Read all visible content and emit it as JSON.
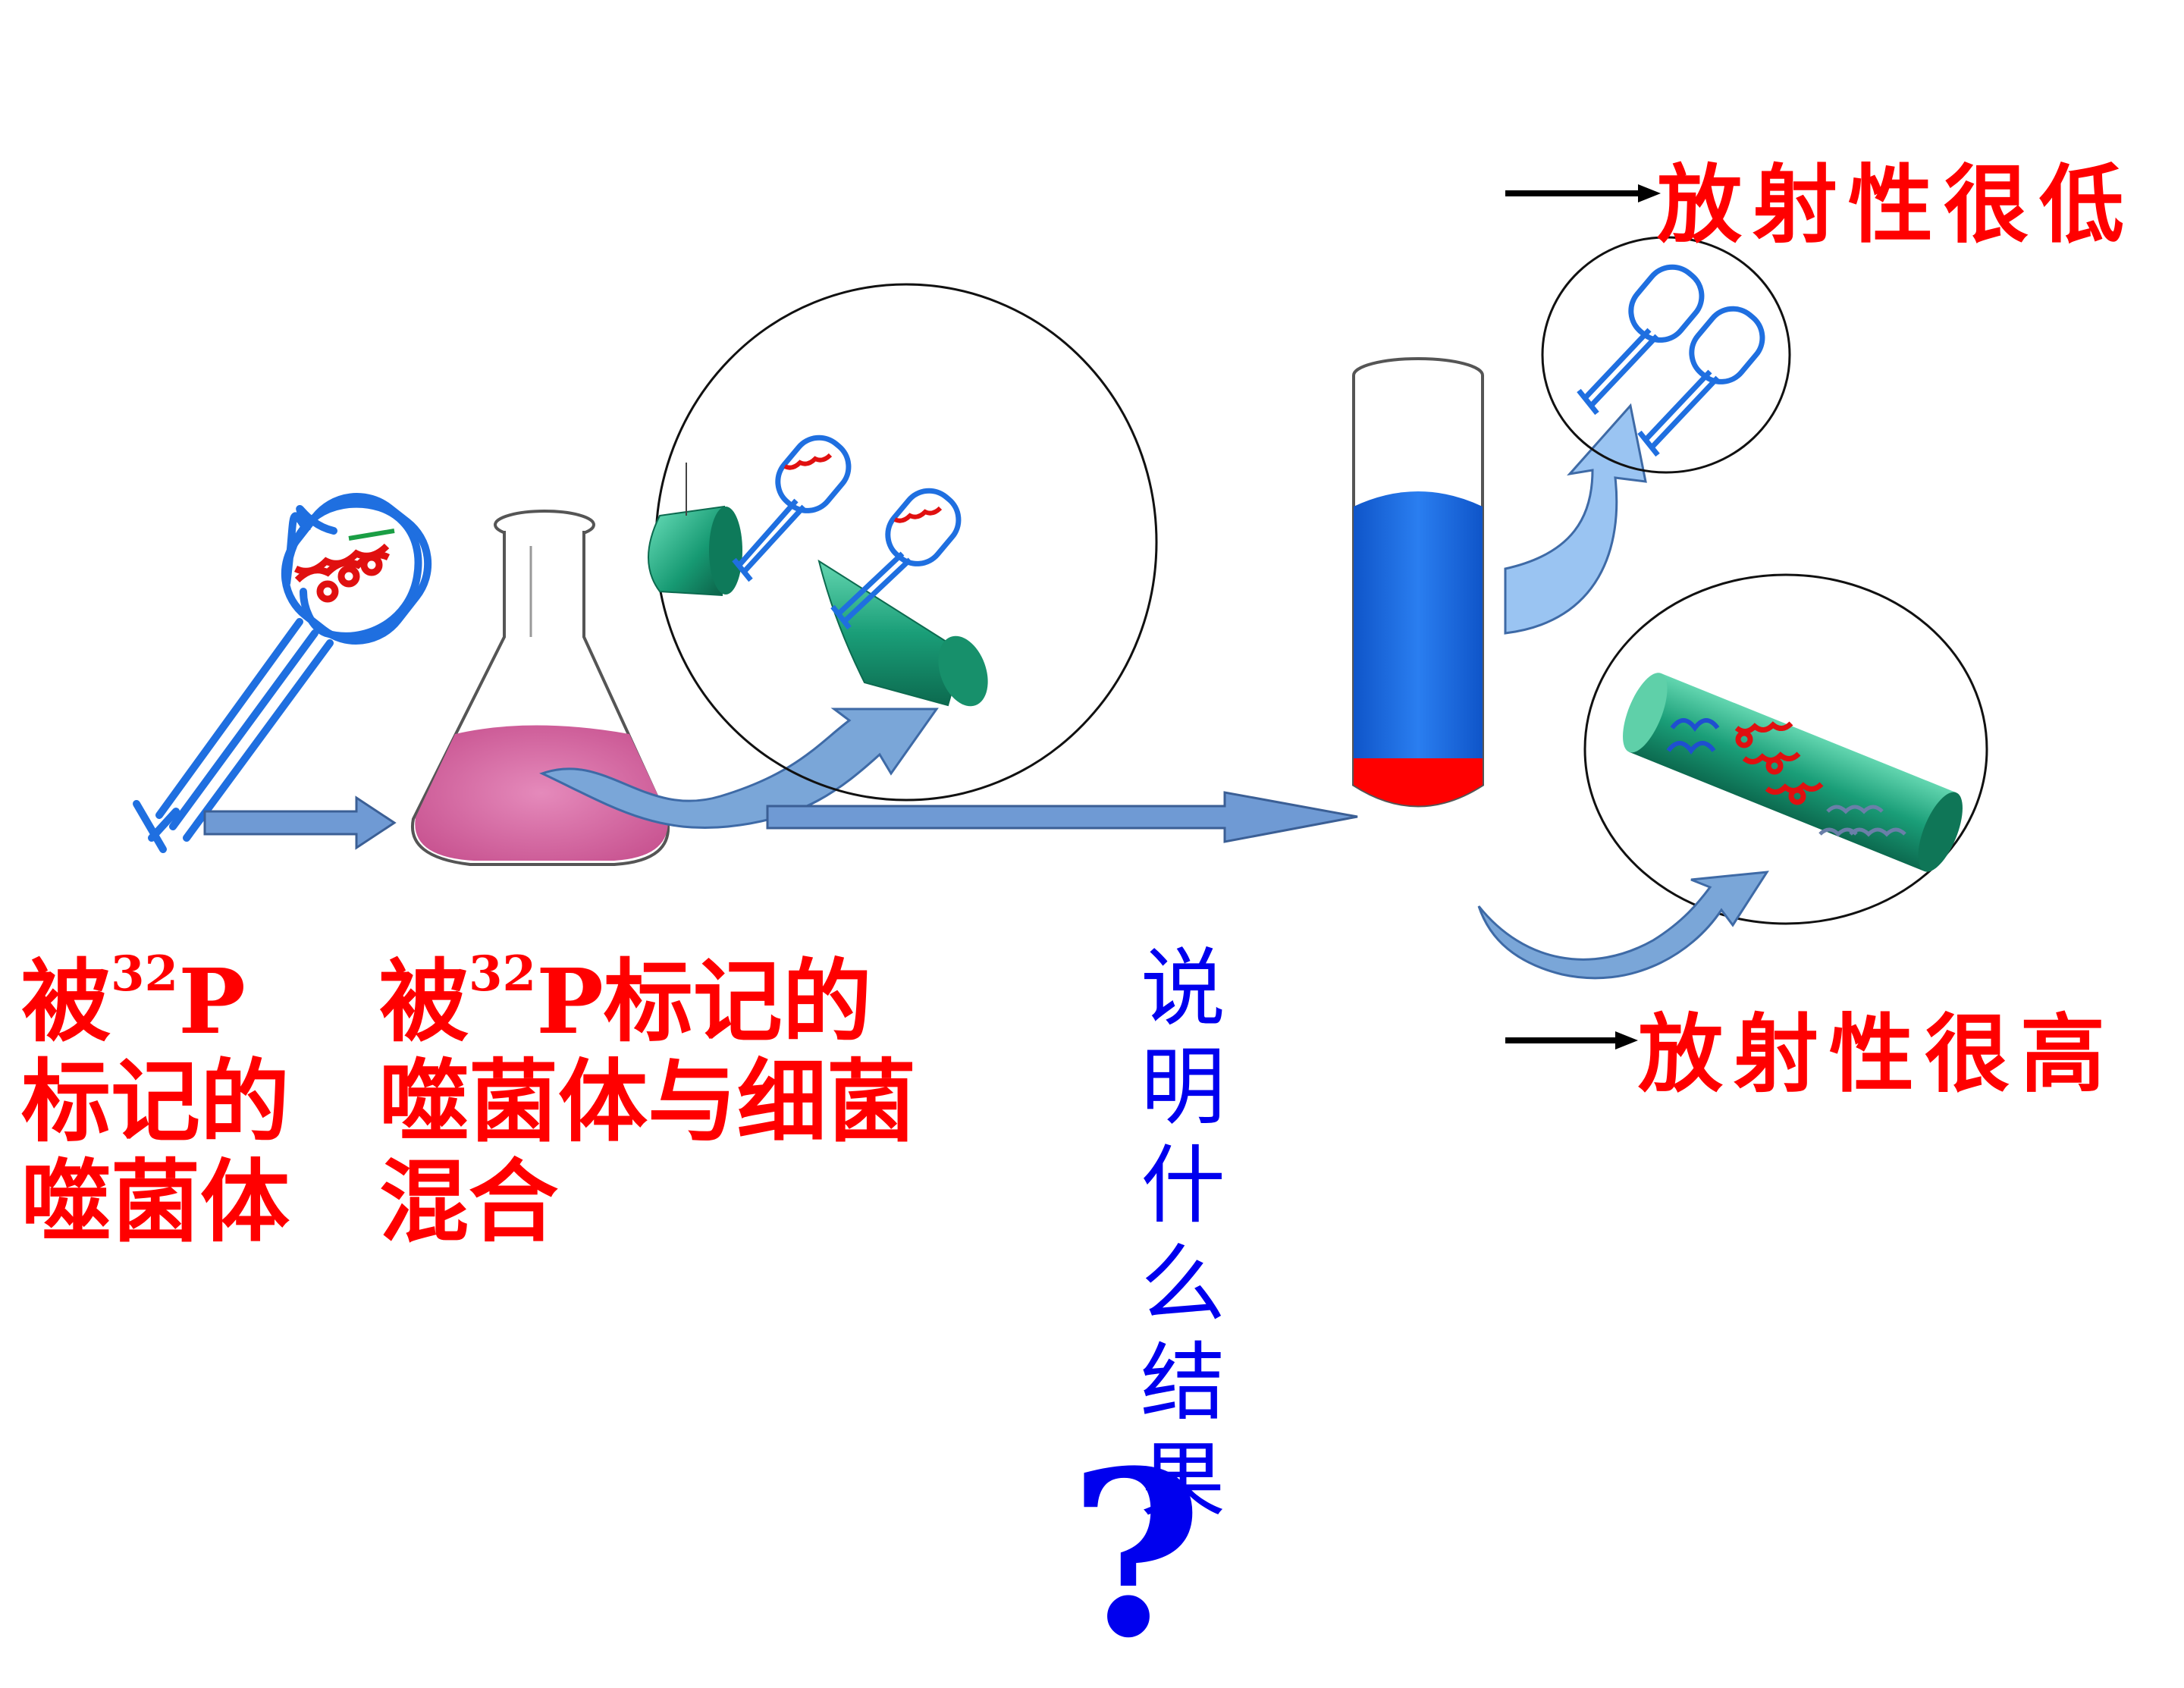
{
  "labels": {
    "phage_line1_prefix": "被",
    "phage_line1_sup": "32",
    "phage_line1_suffix": "P",
    "phage_line2": "标记的",
    "phage_line3": "噬菌体",
    "mix_line1_prefix": "被",
    "mix_line1_sup": "32",
    "mix_line1_suffix": "P标记的",
    "mix_line2": "噬菌体与细菌",
    "mix_line3": "混合"
  },
  "results": {
    "top": "放射性很低",
    "bottom": "放射性很高"
  },
  "question": {
    "chars": [
      "说",
      "明",
      "什",
      "么",
      "结",
      "果"
    ],
    "mark": "?"
  },
  "colors": {
    "label_red": "#ff0000",
    "question_blue": "#0000ee",
    "phage_blue": "#1f6fe0",
    "dna_red": "#e01010",
    "liquid_pink": "#d76aa6",
    "supernatant_blue": "#1565e0",
    "pellet_red": "#ff0000",
    "bacteria_green": "#1a9e78",
    "arrow_fill": "#7aa6d8"
  }
}
